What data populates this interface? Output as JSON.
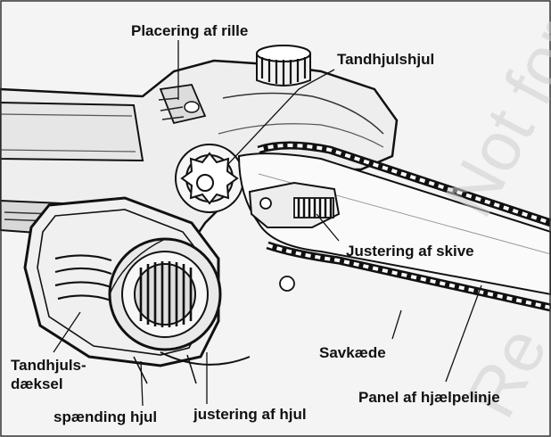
{
  "labels": {
    "groove_position": "Placering af rille",
    "sprocket": "Tandhjulshjul",
    "plate_adjustment": "Justering af skive",
    "saw_chain": "Savkæde",
    "guide_bar": "Panel af hjælpelinje",
    "sprocket_cover_line1": "Tandhjuls-",
    "sprocket_cover_line2": "dæksel",
    "tension_wheel": "spænding hjul",
    "adjustment_wheel": "justering af hjul"
  },
  "watermark": {
    "word1": "Not for",
    "word2": "Re"
  }
}
